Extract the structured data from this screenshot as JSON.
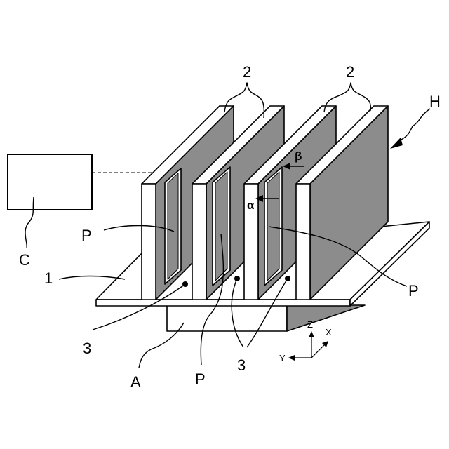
{
  "colors": {
    "line": "#000000",
    "plate_face": "#8c8c8c",
    "plate_edge": "#ffffff",
    "background": "#ffffff"
  },
  "labels": [
    {
      "id": "label-2-left",
      "text": "2"
    },
    {
      "id": "label-2-right",
      "text": "2"
    },
    {
      "id": "label-h",
      "text": "H"
    },
    {
      "id": "label-c",
      "text": "C"
    },
    {
      "id": "label-p-left",
      "text": "P"
    },
    {
      "id": "label-p-right",
      "text": "P"
    },
    {
      "id": "label-p-bottom",
      "text": "P"
    },
    {
      "id": "label-1",
      "text": "1"
    },
    {
      "id": "label-3-left",
      "text": "3"
    },
    {
      "id": "label-3-right",
      "text": "3"
    },
    {
      "id": "label-a",
      "text": "A"
    },
    {
      "id": "label-alpha",
      "text": "α"
    },
    {
      "id": "label-beta",
      "text": "β"
    }
  ],
  "axes": {
    "z": "Z",
    "x": "X",
    "y": "Y"
  }
}
